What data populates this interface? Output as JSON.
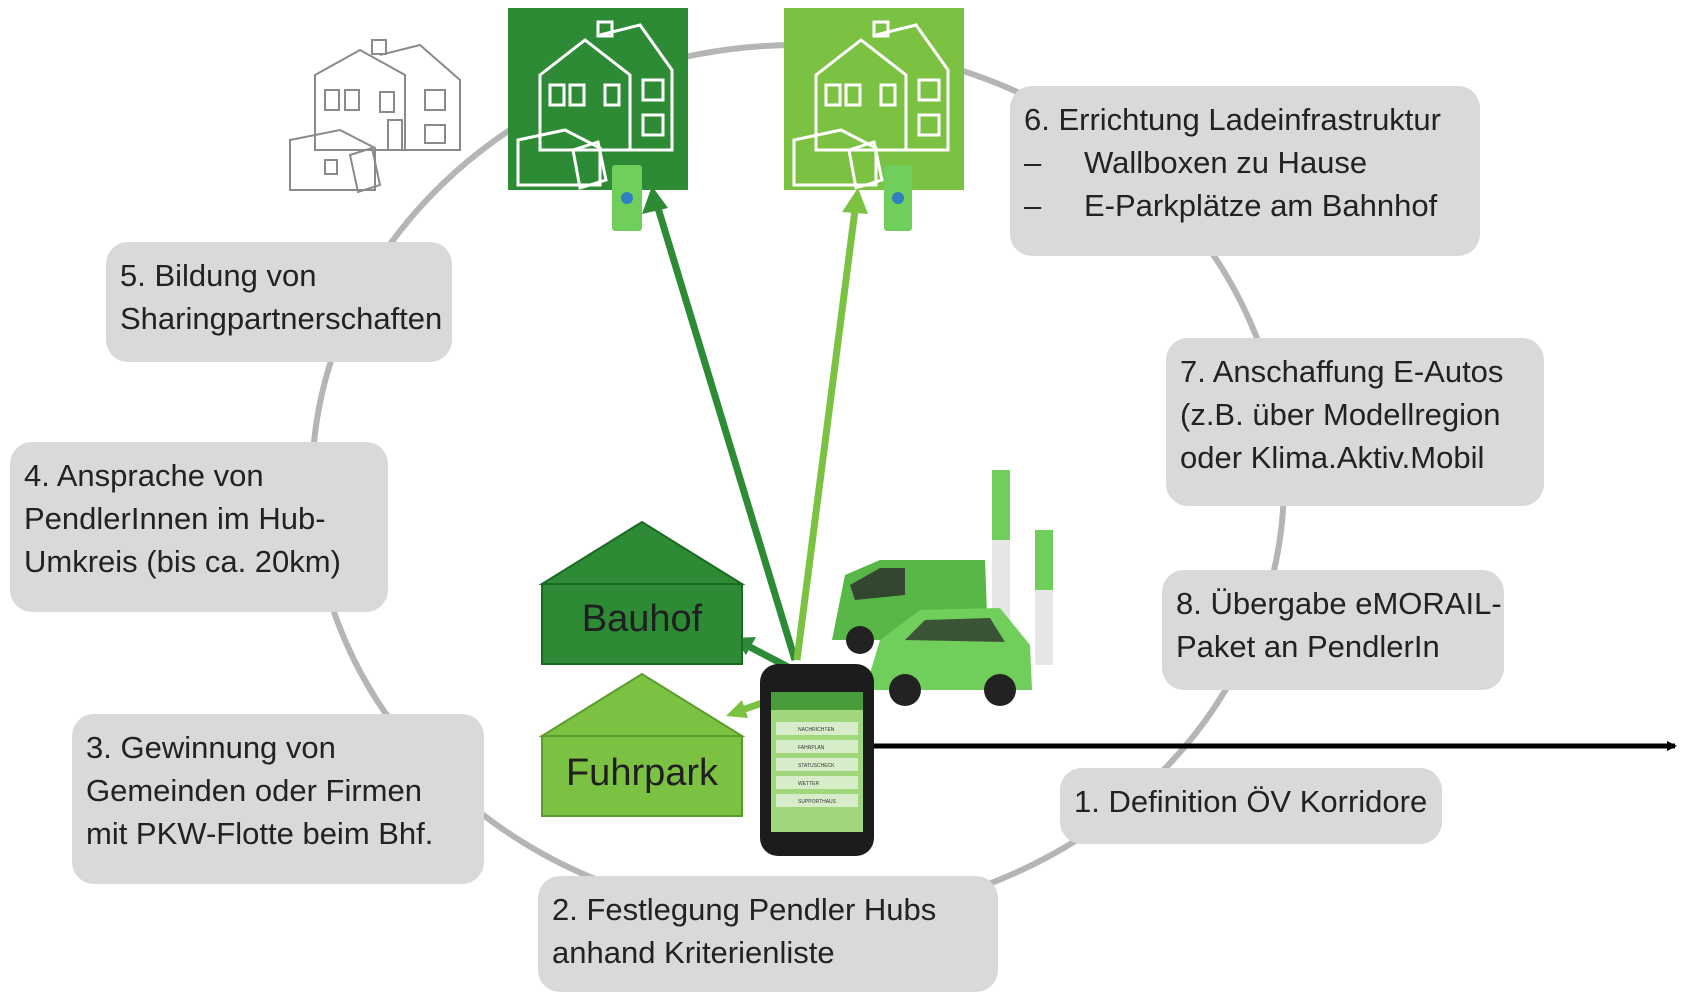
{
  "steps": {
    "s1": {
      "lines": [
        "1. Definition ÖV Korridore"
      ]
    },
    "s2": {
      "lines": [
        "2. Festlegung Pendler Hubs",
        "anhand Kriterienliste"
      ]
    },
    "s3": {
      "lines": [
        "3. Gewinnung von",
        "Gemeinden oder Firmen",
        "mit PKW-Flotte beim Bhf."
      ]
    },
    "s4": {
      "lines": [
        "4. Ansprache von",
        "PendlerInnen im Hub-",
        "Umkreis (bis ca. 20km)"
      ]
    },
    "s5": {
      "lines": [
        "5. Bildung von",
        "Sharingpartnerschaften"
      ]
    },
    "s6": {
      "title": "6. Errichtung Ladeinfrastruktur",
      "bullets": [
        "Wallboxen zu Hause",
        "E-Parkplätze am Bahnhof"
      ],
      "bullet_char": "–"
    },
    "s7": {
      "lines": [
        "7. Anschaffung E-Autos",
        "(z.B. über Modellregion",
        "oder Klima.Aktiv.Mobil"
      ]
    },
    "s8": {
      "lines": [
        "8. Übergabe eMORAIL-",
        "Paket an PendlerIn"
      ]
    }
  },
  "houses": {
    "bauhof": "Bauhof",
    "fuhrpark": "Fuhrpark"
  },
  "phone": {
    "menu_items": [
      "NACHRICHTEN",
      "FAHRPLAN",
      "STATUSCHECK",
      "WETTER",
      "SUPPORTHAUS"
    ]
  },
  "colors": {
    "dark_green": "#2e8b35",
    "light_green": "#7cc242",
    "box_gray": "#d9d9d9",
    "circle_gray": "#b5b5b5"
  }
}
